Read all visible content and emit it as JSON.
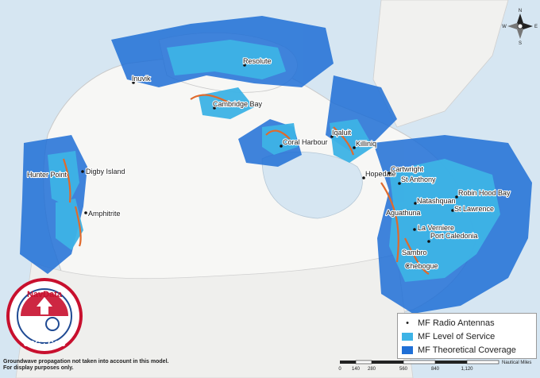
{
  "sites": [
    {
      "name": "Inuvik"
    },
    {
      "name": "Resolute"
    },
    {
      "name": "Cambridge Bay"
    },
    {
      "name": "Iqaluit"
    },
    {
      "name": "Coral Harbour"
    },
    {
      "name": "Killiniq"
    },
    {
      "name": "Hopedale"
    },
    {
      "name": "Cartwright"
    },
    {
      "name": "St Anthony"
    },
    {
      "name": "Robin Hood Bay"
    },
    {
      "name": "St Lawrence"
    },
    {
      "name": "Natashquan"
    },
    {
      "name": "Aguathuna"
    },
    {
      "name": "La Verniere"
    },
    {
      "name": "Port Caledonia"
    },
    {
      "name": "Sambro"
    },
    {
      "name": "Chebogue"
    },
    {
      "name": "Hunter Point"
    },
    {
      "name": "Digby Island"
    },
    {
      "name": "Amphitrite"
    }
  ],
  "legend": {
    "antennas": "MF Radio Antennas",
    "level_of_service": "MF Level of Service",
    "theoretical_coverage": "MF Theoretical Coverage"
  },
  "colors": {
    "level_of_service": "#3db3e6",
    "theoretical_coverage": "#1f6fd6",
    "water": "#dcebf7",
    "land": "#f5f5f3"
  },
  "scale": {
    "unit": "Nautical Miles",
    "ticks": [
      "0",
      "140",
      "280",
      "560",
      "840",
      "1,120"
    ]
  },
  "disclaimer": {
    "line1": "Groundwave propagation not taken into account in this model.",
    "line2": "For display purposes only."
  },
  "logo": {
    "top_text": "NavData",
    "bottom_text": "CCG · GCC"
  },
  "compass": {
    "n": "N",
    "e": "E",
    "s": "S",
    "w": "W"
  }
}
